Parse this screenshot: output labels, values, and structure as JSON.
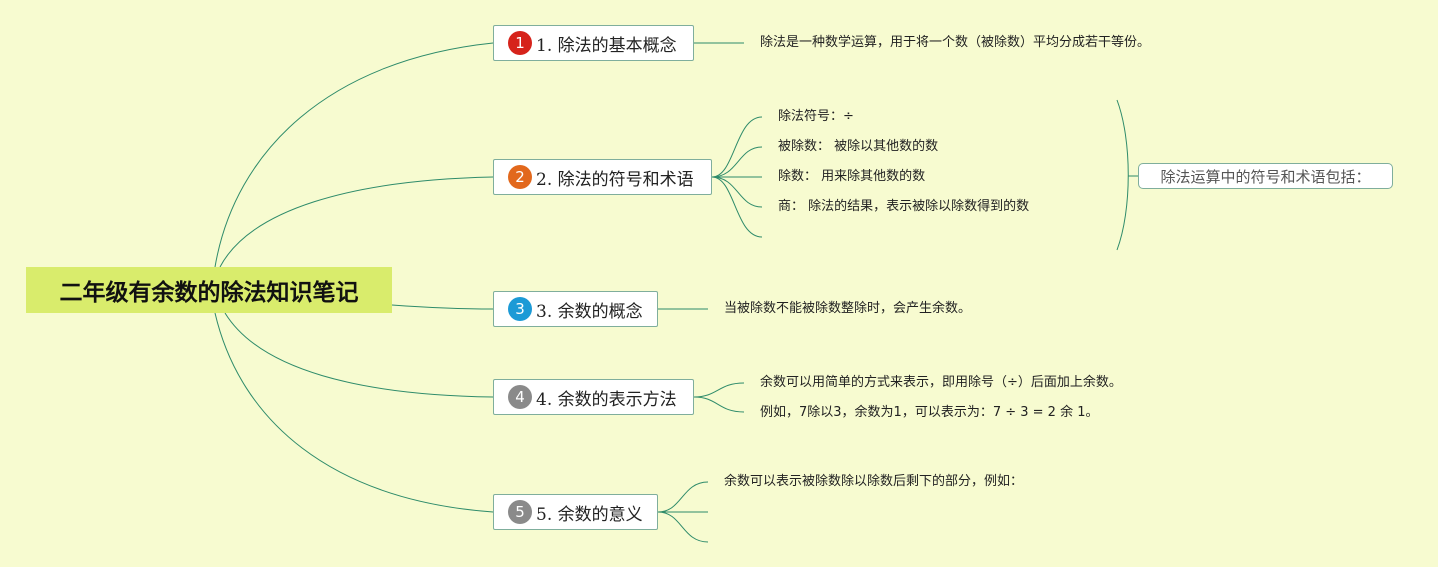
{
  "title": "二年级有余数的除法知识笔记",
  "topics": [
    {
      "num": "1",
      "label": "1. 除法的基本概念",
      "color": "#d6231b",
      "details": [
        "除法是一种数学运算，用于将一个数（被除数）平均分成若干等份。"
      ]
    },
    {
      "num": "2",
      "label": "2. 除法的符号和术语",
      "color": "#e2681c",
      "details": [
        "除法符号：÷",
        "被除数： 被除以其他数的数",
        "除数： 用来除其他数的数",
        "商： 除法的结果，表示被除以除数得到的数"
      ]
    },
    {
      "num": "3",
      "label": "3. 余数的概念",
      "color": "#1c9ad6",
      "details": [
        "当被除数不能被除数整除时，会产生余数。"
      ]
    },
    {
      "num": "4",
      "label": "4. 余数的表示方法",
      "color": "#8a8a8a",
      "details": [
        "余数可以用简单的方式来表示，即用除号（÷）后面加上余数。",
        "例如，7除以3，余数为1，可以表示为：7 ÷ 3 = 2 余 1。"
      ]
    },
    {
      "num": "5",
      "label": "5. 余数的意义",
      "color": "#8a8a8a",
      "details": [
        "余数可以表示被除数除以除数后剩下的部分，例如："
      ]
    }
  ],
  "callout": "除法运算中的符号和术语包括：",
  "colors": {
    "line": "#2e8b6a",
    "background": "#f7fbd0",
    "root": "#d9ec6c"
  }
}
